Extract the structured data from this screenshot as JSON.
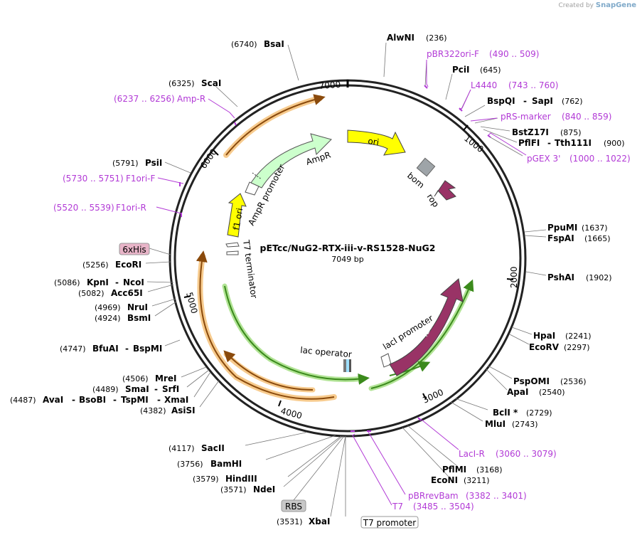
{
  "credit": {
    "prefix": "Created by",
    "brand": "SnapGene"
  },
  "plasmid": {
    "name": "pETcc/NuG2-RTX-iii-v-RS1528-NuG2",
    "size": "7049 bp"
  },
  "ruler": [
    "1000",
    "2000",
    "3000",
    "4000",
    "5000",
    "6000",
    "7000"
  ],
  "features": {
    "ori": "ori",
    "bom": "bom",
    "rop": "rop",
    "ampr": "AmpR",
    "ampr_promoter": "AmpR promoter",
    "f1_ori": "f1 ori",
    "t7_terminator": "T7 terminator",
    "lac_operator": "lac operator",
    "laci_promoter": "lacI promoter",
    "laci": "lacI"
  },
  "boxed": {
    "his": "6xHis",
    "rbs": "RBS",
    "t7p": "T7 promoter"
  },
  "enzymes": {
    "alwni": {
      "pos": "(236)",
      "name": "AlwNI"
    },
    "pcii": {
      "name": "PciI",
      "pos": "(645)"
    },
    "bspqi": {
      "name": "BspQI",
      "sep": "-",
      "name2": "SapI",
      "pos": "(762)"
    },
    "bstz17i": {
      "name": "BstZ17I",
      "pos": "(875)"
    },
    "pflfi": {
      "name": "PflFI",
      "sep": "-",
      "name2": "Tth111I",
      "pos": "(900)"
    },
    "ppumi": {
      "name": "PpuMI",
      "pos": "(1637)"
    },
    "fspai": {
      "name": "FspAI",
      "pos": "(1665)"
    },
    "pshai": {
      "name": "PshAI",
      "pos": "(1902)"
    },
    "hpai": {
      "name": "HpaI",
      "pos": "(2241)"
    },
    "ecorv": {
      "name": "EcoRV",
      "pos": "(2297)"
    },
    "pspomi": {
      "name": "PspOMI",
      "pos": "(2536)"
    },
    "apai": {
      "name": "ApaI",
      "pos": "(2540)"
    },
    "bcli": {
      "name": "BclI *",
      "pos": "(2729)"
    },
    "mlui": {
      "name": "MluI",
      "pos": "(2743)"
    },
    "pflmi": {
      "name": "PflMI",
      "pos": "(3168)"
    },
    "econi": {
      "name": "EcoNI",
      "pos": "(3211)"
    },
    "xbai": {
      "pos": "(3531)",
      "name": "XbaI"
    },
    "ndei": {
      "pos": "(3571)",
      "name": "NdeI"
    },
    "hindiii": {
      "pos": "(3579)",
      "name": "HindIII"
    },
    "bamhi": {
      "pos": "(3756)",
      "name": "BamHI"
    },
    "sacii": {
      "pos": "(4117)",
      "name": "SacII"
    },
    "asisi": {
      "pos": "(4382)",
      "name": "AsiSI"
    },
    "avai": {
      "pos": "(4487)",
      "name": "AvaI",
      "sep": "-",
      "name2": "BsoBI",
      "sep2": "-",
      "name3": "TspMI",
      "sep3": "-",
      "name4": "XmaI"
    },
    "smai": {
      "pos": "(4489)",
      "name": "SmaI",
      "sep": "-",
      "name2": "SrfI"
    },
    "mrei": {
      "pos": "(4506)",
      "name": "MreI"
    },
    "bfuai": {
      "pos": "(4747)",
      "name": "BfuAI",
      "sep": "-",
      "name2": "BspMI"
    },
    "bsmi": {
      "pos": "(4924)",
      "name": "BsmI"
    },
    "nrui": {
      "pos": "(4969)",
      "name": "NruI"
    },
    "acc65i": {
      "pos": "(5082)",
      "name": "Acc65I"
    },
    "kpni": {
      "pos": "(5086)",
      "name": "KpnI",
      "sep": "-",
      "name2": "NcoI"
    },
    "ecori": {
      "pos": "(5256)",
      "name": "EcoRI"
    },
    "psii": {
      "pos": "(5791)",
      "name": "PsiI"
    },
    "scai": {
      "pos": "(6325)",
      "name": "ScaI"
    },
    "bsai": {
      "pos": "(6740)",
      "name": "BsaI"
    }
  },
  "primers": {
    "pbr322": {
      "name": "pBR322ori-F",
      "range": "(490 .. 509)"
    },
    "l4440": {
      "name": "L4440",
      "range": "(743 .. 760)"
    },
    "prs": {
      "name": "pRS-marker",
      "range": "(840 .. 859)"
    },
    "pgex": {
      "name": "pGEX 3'",
      "range": "(1000 .. 1022)"
    },
    "lacir": {
      "name": "LacI-R",
      "range": "(3060 .. 3079)"
    },
    "pbrrev": {
      "name": "pBRrevBam",
      "range": "(3382 .. 3401)"
    },
    "t7": {
      "name": "T7",
      "range": "(3485 .. 3504)"
    },
    "f1r": {
      "range": "(5520 .. 5539)",
      "name": "F1ori-R"
    },
    "f1f": {
      "range": "(5730 .. 5751)",
      "name": "F1ori-F"
    },
    "ampr": {
      "range": "(6237 .. 6256)",
      "name": "Amp-R"
    }
  },
  "colors": {
    "backbone": "#222222",
    "ori": "#ffff00",
    "ampr": "#ccffcc",
    "laci": "#993366",
    "primer": "#b23ad6",
    "orange_glow": "#f6c27a",
    "green_glow": "#a9e08a",
    "green_line": "#3b8a1c",
    "brown_line": "#8a4a0c"
  }
}
